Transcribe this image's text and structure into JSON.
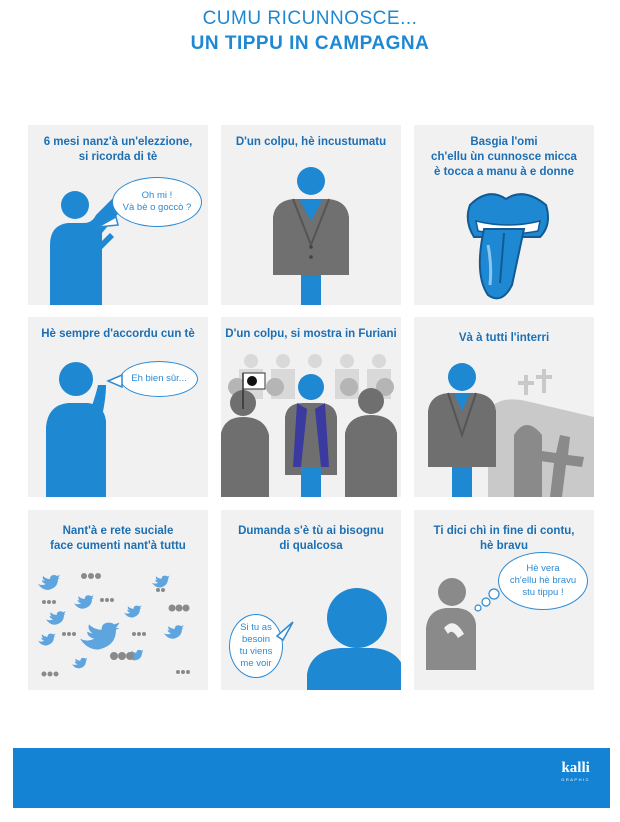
{
  "header": {
    "title_line1": "CUMU RICUNNOSCE...",
    "title_line2": "UN TIPPU IN CAMPAGNA"
  },
  "panels": [
    {
      "caption": [
        "6 mesi nanz'à un'elezzione,",
        "si ricorda di tè"
      ],
      "bubble": [
        "Oh mi !",
        "Và bè o goccò ?"
      ]
    },
    {
      "caption": [
        "D'un colpu, hè incustumatu"
      ]
    },
    {
      "caption": [
        "Basgia l'omi",
        "ch'ellu ùn cunnosce micca",
        "è tocca a manu à e donne"
      ]
    },
    {
      "caption": [
        "Hè sempre d'accordu cun tè"
      ],
      "bubble": [
        "Eh bien sûr..."
      ]
    },
    {
      "caption": [
        "D'un colpu, si mostra in Furiani"
      ]
    },
    {
      "caption": [
        "Và à tutti l'interri"
      ]
    },
    {
      "caption": [
        "Nant'à e rete suciale",
        "face cumenti nant'à tuttu"
      ]
    },
    {
      "caption": [
        "Dumanda s'è tù ai bisognu",
        "di qualcosa"
      ],
      "bubble": [
        "Si tu as",
        "besoin",
        "tu viens",
        "me voir"
      ]
    },
    {
      "caption": [
        "Ti dici chì in fine di contu,",
        "hè bravu"
      ],
      "bubble": [
        "Hè vera",
        "ch'ellu hè bravu",
        "stu tippu !"
      ]
    }
  ],
  "footer": {
    "logo": "kalli",
    "logo_sub": "GRAPHIC"
  },
  "colors": {
    "blue": "#1e88d2",
    "dark_blue": "#1d6fb4",
    "panel": "#f1f1f1",
    "grey": "#6f6f6f",
    "light_grey": "#9a9a9a",
    "footer": "#1583d3"
  }
}
